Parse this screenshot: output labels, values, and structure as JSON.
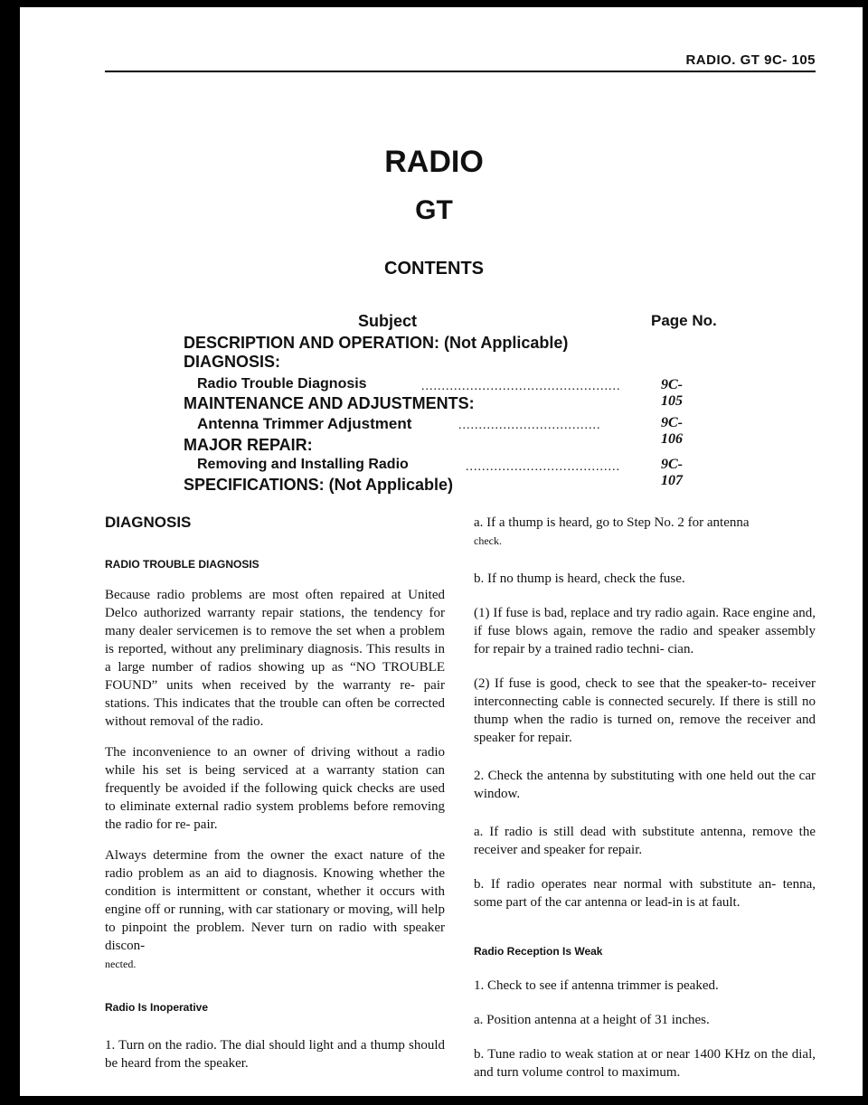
{
  "header": {
    "running_head": "RADIO. GT    9C- 105"
  },
  "titles": {
    "main": "RADIO",
    "model": "GT",
    "contents": "CONTENTS"
  },
  "toc": {
    "subject_label": "Subject",
    "page_label": "Page No.",
    "entries": [
      {
        "text": "DESCRIPTION AND OPERATION: (Not Applicable)"
      },
      {
        "text": "DIAGNOSIS:"
      },
      {
        "text": "Radio Trouble Diagnosis",
        "dots": ".................................................",
        "page": "9C-105"
      },
      {
        "text": "MAINTENANCE AND ADJUSTMENTS:"
      },
      {
        "text": "Antenna Trimmer Adjustment",
        "dots": "...................................",
        "page": "9C-106"
      },
      {
        "text": "MAJOR REPAIR:"
      },
      {
        "text": "Removing and Installing Radio",
        "dots": "......................................",
        "page": "9C-107"
      },
      {
        "text": "SPECIFICATIONS: (Not Applicable)"
      }
    ]
  },
  "left": {
    "heading": "DIAGNOSIS",
    "subheading": "RADIO TROUBLE DIAGNOSIS",
    "p1": "Because radio problems are most often repaired at United Delco authorized warranty repair stations, the tendency for many dealer servicemen is to remove the set when a problem is reported, without any preliminary diagnosis. This results in a large number of radios showing up as “NO TROUBLE FOUND” units when received by the warranty re- pair stations. This indicates that the trouble can often be corrected without removal of the radio.",
    "p2": "The inconvenience to an owner of driving without a radio while his set is being serviced at a warranty station can frequently be avoided if the following quick checks are used to eliminate external radio system problems before removing the radio for re- pair.",
    "p3": "Always determine from the owner the exact nature of the radio problem as an aid to diagnosis. Knowing whether the condition is intermittent or constant, whether it occurs with engine off or running, with car stationary or moving, will help to pinpoint the problem. Never turn on radio with speaker discon-",
    "p3_end": "nected.",
    "inoperative_heading": "Radio Is Inoperative",
    "p4": "1. Turn on the radio. The dial should light and a thump should be heard from the speaker."
  },
  "right": {
    "r1": "a. If a thump is heard, go to Step No. 2 for antenna",
    "r1_end": "check.",
    "r2": "b. If no thump is heard, check the fuse.",
    "r3": "(1) If fuse is bad, replace and try radio again. Race engine and, if fuse blows again, remove the radio and speaker assembly for repair by a trained radio techni- cian.",
    "r4": "(2) If fuse is good, check to see that the speaker-to- receiver interconnecting cable is connected securely. If there is still no thump when the radio is turned on, remove the receiver and speaker for repair.",
    "r5": "2. Check the antenna by substituting with one held out the car window.",
    "r6": "a. If radio is still dead with substitute antenna, remove the receiver and speaker for repair.",
    "r7": "b. If radio operates near normal with substitute an- tenna, some part of the car antenna or lead-in is at fault.",
    "weak_heading": "Radio Reception Is Weak",
    "r8": "1. Check to see if antenna trimmer is peaked.",
    "r9": "a. Position antenna at a height of 31 inches.",
    "r10": "b. Tune radio to weak station at or near 1400 KHz on the dial, and turn volume control to maximum."
  }
}
